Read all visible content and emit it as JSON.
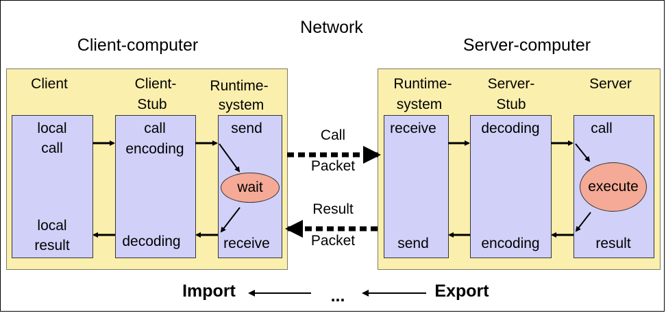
{
  "network_label": "Network",
  "client_computer": {
    "title": "Client-computer",
    "client": {
      "header": "Client",
      "top": [
        "local",
        "call"
      ],
      "bottom": [
        "local",
        "result"
      ]
    },
    "stub": {
      "header": [
        "Client-",
        "Stub"
      ],
      "top": [
        "call",
        "encoding"
      ],
      "bottom": "decoding"
    },
    "runtime": {
      "header": [
        "Runtime-",
        "system"
      ],
      "top": "send",
      "middle": "wait",
      "bottom": "receive"
    }
  },
  "server_computer": {
    "title": "Server-computer",
    "runtime": {
      "header": [
        "Runtime-",
        "system"
      ],
      "top": "receive",
      "bottom": "send"
    },
    "stub": {
      "header": [
        "Server-",
        "Stub"
      ],
      "top": "decoding",
      "bottom": "encoding"
    },
    "server": {
      "header": "Server",
      "top": "call",
      "middle": "execute",
      "bottom": "result"
    }
  },
  "call_packet": [
    "Call",
    "Packet"
  ],
  "result_packet": [
    "Result",
    "Packet"
  ],
  "footer": {
    "import": "Import",
    "ellipsis": "...",
    "export": "Export"
  }
}
